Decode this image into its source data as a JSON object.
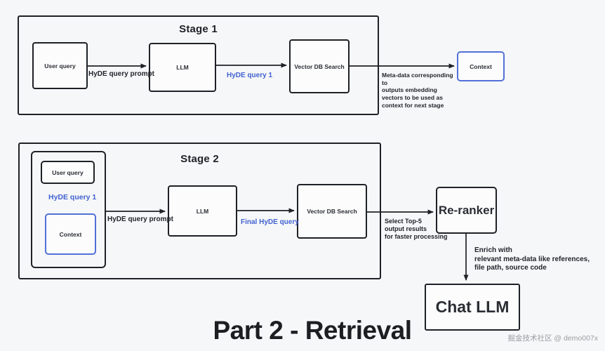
{
  "colors": {
    "background": "#f6f7f8",
    "line_dark": "#1e2126",
    "accent_blue_text": "#4262d1",
    "context_border_blue": "#5270d8",
    "watermark_gray": "#9b9da1"
  },
  "page": {
    "title": "Part 2 - Retrieval",
    "watermark": "掘金技术社区 @ demo007x"
  },
  "stage1": {
    "label": "Stage 1",
    "nodes": {
      "user_query": "User query",
      "llm": "LLM",
      "vector_db": "Vector DB Search",
      "context": "Context"
    },
    "edge_labels": {
      "user_to_llm": "HyDE query prompt",
      "llm_to_vdb": "HyDE query 1",
      "vdb_to_context": "Meta-data corresponding to\noutputs embedding\nvectors to be used as\ncontext for next stage"
    }
  },
  "stage2": {
    "label": "Stage 2",
    "nodes": {
      "user_query": "User query",
      "hyde_query_1": "HyDE query 1",
      "context": "Context",
      "llm": "LLM",
      "vector_db": "Vector DB Search"
    },
    "edge_labels": {
      "input_to_llm": "HyDE query prompt",
      "llm_to_vdb": "Final HyDE query",
      "vdb_to_reranker": "Select Top-5\noutput results\nfor faster processing"
    }
  },
  "post": {
    "reranker": "Re-ranker",
    "chat_llm": "Chat LLM",
    "reranker_to_chat": "Enrich with\nrelevant meta-data like references,\nfile path, source code"
  }
}
